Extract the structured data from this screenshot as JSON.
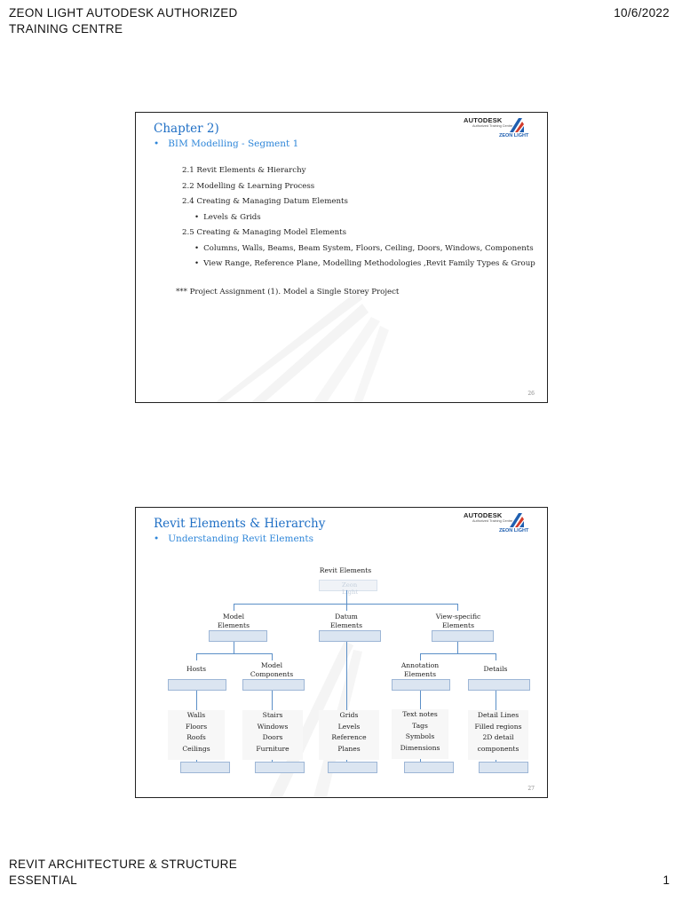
{
  "header": {
    "left_line1": "ZEON LIGHT AUTODESK AUTHORIZED",
    "left_line2": "TRAINING CENTRE",
    "date": "10/6/2022"
  },
  "footer": {
    "left_line1": "REVIT ARCHITECTURE & STRUCTURE",
    "left_line2": "ESSENTIAL",
    "page": "1"
  },
  "logo": {
    "brand": "AUTODESK",
    "brand_sub": "Authorized Training Centre",
    "zeon": "ZEON LIGHT"
  },
  "slide1": {
    "title": "Chapter 2)",
    "subtitle": "BIM Modelling - Segment 1",
    "items": [
      {
        "text": "2.1 Revit Elements & Hierarchy",
        "level": 1
      },
      {
        "text": "2.2 Modelling & Learning Process",
        "level": 1
      },
      {
        "text": "2.4 Creating & Managing Datum Elements",
        "level": 1
      },
      {
        "text": "Levels & Grids",
        "level": 2
      },
      {
        "text": "2.5 Creating & Managing Model Elements",
        "level": 1
      },
      {
        "text": "Columns, Walls, Beams, Beam System, Floors, Ceiling, Doors, Windows, Components",
        "level": 2
      },
      {
        "text": "View Range, Reference Plane, Modelling Methodologies ,Revit Family Types & Group",
        "level": 2
      }
    ],
    "assignment": "*** Project Assignment (1). Model a Single Storey Project",
    "page_no": "26"
  },
  "slide2": {
    "title": "Revit Elements & Hierarchy",
    "subtitle": "Understanding Revit Elements",
    "root": "Revit Elements",
    "root_ghost": "Zeon Light",
    "model": "Model\nElements",
    "datum": "Datum\nElements",
    "view": "View-specific\nElements",
    "hosts": "Hosts",
    "components": "Model\nComponents",
    "annotation": "Annotation\nElements",
    "details": "Details",
    "leaf_hosts": "Walls\nFloors\nRoofs\nCeilings",
    "leaf_components": "Stairs\nWindows\nDoors\nFurniture",
    "leaf_datum": "Grids\nLevels\nReference\nPlanes",
    "leaf_annotation": "Text notes\nTags\nSymbols\nDimensions",
    "leaf_details": "Detail Lines\nFilled regions\n2D detail\ncomponents",
    "page_no": "27"
  }
}
